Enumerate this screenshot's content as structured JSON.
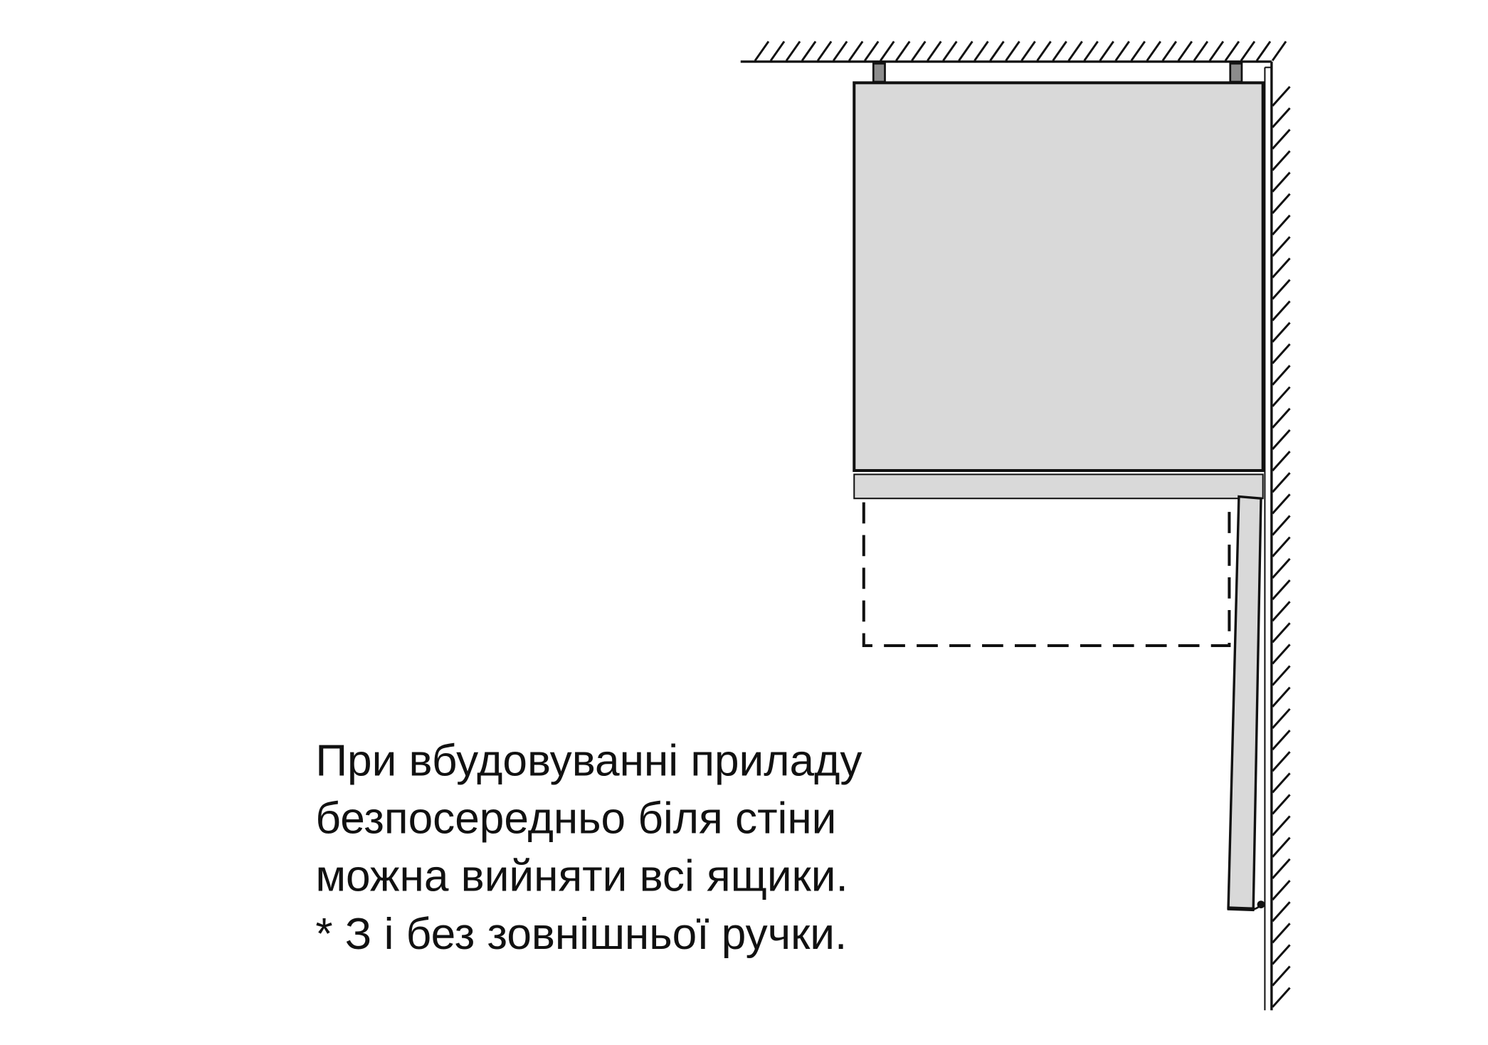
{
  "caption": {
    "lines": [
      "При вбудовуванні приладу",
      "безпосередньо біля стіни",
      "можна вийняти всі ящики.",
      "* З і без зовнішньої ручки."
    ]
  },
  "colors": {
    "appliance_fill": "#d9d9d9",
    "spacer_fill": "#8c8c8c",
    "line": "#111111"
  }
}
